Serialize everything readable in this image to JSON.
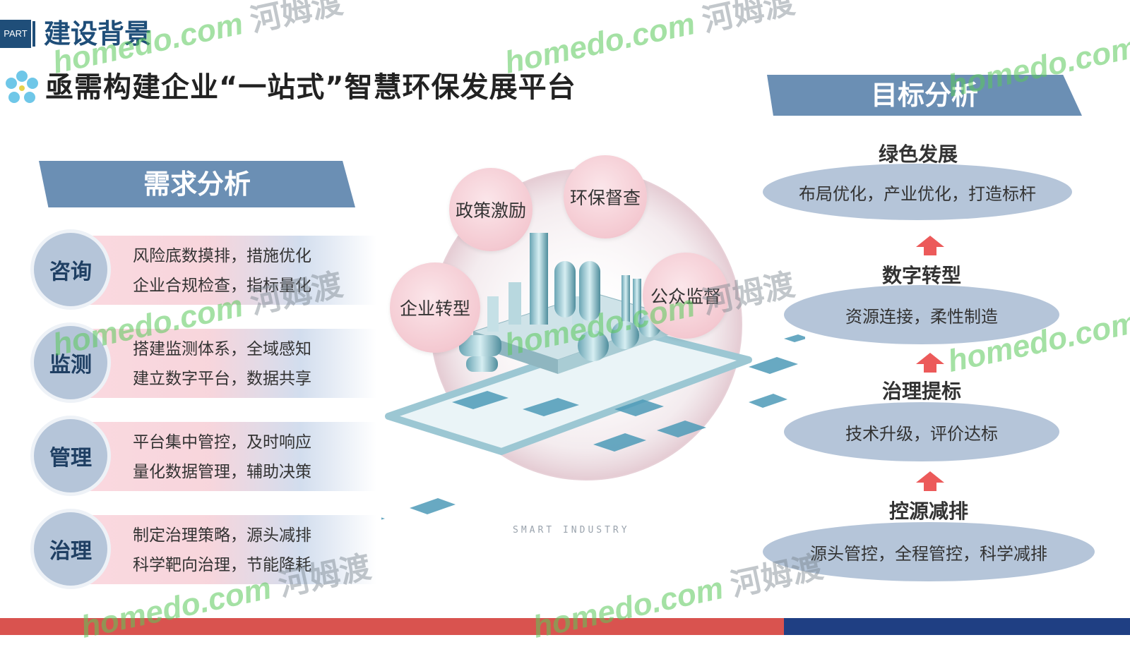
{
  "header": {
    "part_label": "PART",
    "section_title": "建设背景",
    "main_title": "亟需构建企业“一站式”智慧环保发展平台"
  },
  "needs": {
    "title": "需求分析",
    "items": [
      {
        "label": "咨询",
        "line1": "风险底数摸排，措施优化",
        "line2": "企业合规检查，指标量化"
      },
      {
        "label": "监测",
        "line1": "搭建监测体系，全域感知",
        "line2": "建立数字平台，数据共享"
      },
      {
        "label": "管理",
        "line1": "平台集中管控，及时响应",
        "line2": "量化数据管理，辅助决策"
      },
      {
        "label": "治理",
        "line1": "制定治理策略，源头减排",
        "line2": "科学靶向治理，节能降耗"
      }
    ]
  },
  "center": {
    "bubbles": [
      "政策激励",
      "环保督查",
      "企业转型",
      "公众监督"
    ],
    "caption": "SMART INDUSTRY"
  },
  "goals": {
    "title": "目标分析",
    "items": [
      {
        "title": "绿色发展",
        "desc": "布局优化，产业优化，打造标杆"
      },
      {
        "title": "数字转型",
        "desc": "资源连接，柔性制造"
      },
      {
        "title": "治理提标",
        "desc": "技术升级，评价达标"
      },
      {
        "title": "控源减排",
        "desc": "源头管控，全程管控，科学减排"
      }
    ]
  },
  "watermark": {
    "latin": "homedo.com",
    "cn": "河姆渡"
  },
  "colors": {
    "primary": "#1f4e79",
    "ribbon": "#6b8fb4",
    "circle": "#b5c5d9",
    "pink": "#f4c9d1",
    "arrow": "#ec5a5a",
    "bottom_red": "#d9534f",
    "bottom_blue": "#1f3f83"
  }
}
